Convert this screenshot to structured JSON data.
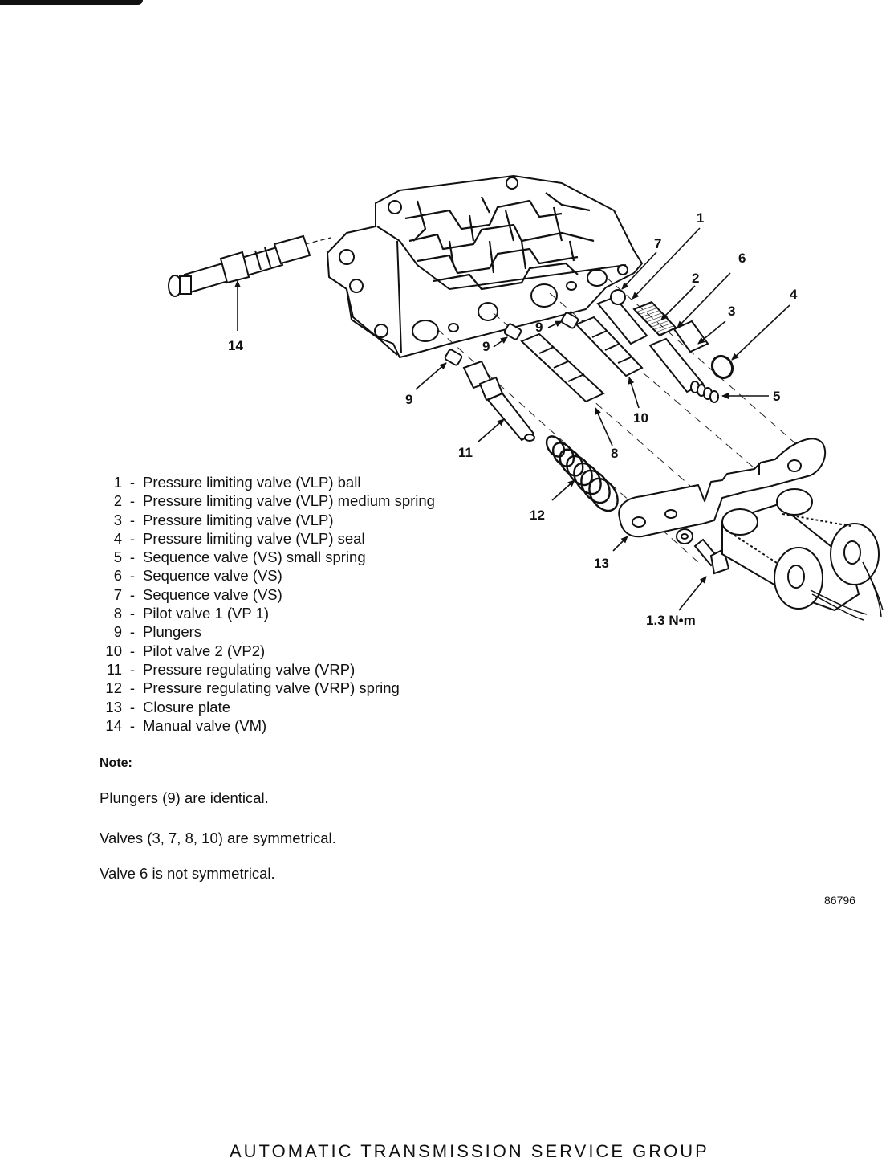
{
  "callouts": [
    {
      "id": "c1",
      "text": "1"
    },
    {
      "id": "c2",
      "text": "2"
    },
    {
      "id": "c3",
      "text": "3"
    },
    {
      "id": "c4",
      "text": "4"
    },
    {
      "id": "c5",
      "text": "5"
    },
    {
      "id": "c6",
      "text": "6"
    },
    {
      "id": "c7",
      "text": "7"
    },
    {
      "id": "c8",
      "text": "8"
    },
    {
      "id": "c9a",
      "text": "9"
    },
    {
      "id": "c9b",
      "text": "9"
    },
    {
      "id": "c9c",
      "text": "9"
    },
    {
      "id": "c10",
      "text": "10"
    },
    {
      "id": "c11",
      "text": "11"
    },
    {
      "id": "c12",
      "text": "12"
    },
    {
      "id": "c13",
      "text": "13"
    },
    {
      "id": "c14",
      "text": "14"
    }
  ],
  "torque_label": "1.3 N•m",
  "legend": [
    {
      "num": "1",
      "dash": "-",
      "text": "Pressure limiting valve (VLP) ball"
    },
    {
      "num": "2",
      "dash": "-",
      "text": "Pressure limiting valve (VLP) medium spring"
    },
    {
      "num": "3",
      "dash": "-",
      "text": "Pressure limiting valve (VLP)"
    },
    {
      "num": "4",
      "dash": "-",
      "text": "Pressure limiting valve (VLP) seal"
    },
    {
      "num": "5",
      "dash": "-",
      "text": "Sequence valve (VS) small spring"
    },
    {
      "num": "6",
      "dash": "-",
      "text": "Sequence valve (VS)"
    },
    {
      "num": "7",
      "dash": "-",
      "text": "Sequence valve (VS)"
    },
    {
      "num": "8",
      "dash": "-",
      "text": "Pilot valve 1 (VP 1)"
    },
    {
      "num": "9",
      "dash": "-",
      "text": "Plungers"
    },
    {
      "num": "10",
      "dash": "-",
      "text": "Pilot valve 2 (VP2)"
    },
    {
      "num": "11",
      "dash": "-",
      "text": "Pressure regulating valve (VRP)"
    },
    {
      "num": "12",
      "dash": "-",
      "text": "Pressure regulating valve (VRP) spring"
    },
    {
      "num": "13",
      "dash": "-",
      "text": "Closure plate"
    },
    {
      "num": "14",
      "dash": "-",
      "text": "Manual valve (VM)"
    }
  ],
  "note": {
    "label": "Note:",
    "lines": [
      "Plungers (9) are identical.",
      "Valves (3, 7, 8, 10) are symmetrical.",
      "Valve 6 is not symmetrical."
    ]
  },
  "figure_id": "86796",
  "footer": "AUTOMATIC TRANSMISSION SERVICE GROUP"
}
